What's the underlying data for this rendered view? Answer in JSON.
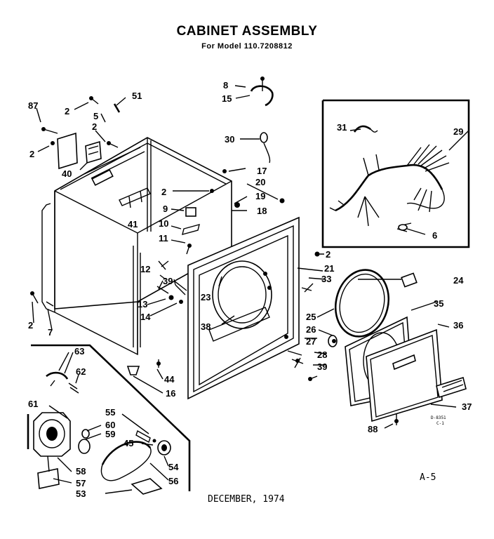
{
  "title": "CABINET ASSEMBLY",
  "subtitle": "For Model 110.7208812",
  "date": "DECEMBER, 1974",
  "page_ref": "A-5",
  "figure_code": "D-8351",
  "figure_code2": "C-1",
  "callouts": {
    "c2a": "2",
    "c2b": "2",
    "c2c": "2",
    "c2d": "2",
    "c2e": "2",
    "c2f": "2",
    "c5": "5",
    "c6": "6",
    "c7": "7",
    "c8": "8",
    "c9": "9",
    "c10": "10",
    "c11": "11",
    "c12": "12",
    "c13": "13",
    "c14": "14",
    "c15": "15",
    "c16": "16",
    "c17": "17",
    "c18": "18",
    "c19": "19",
    "c20": "20",
    "c21": "21",
    "c23": "23",
    "c24": "24",
    "c25": "25",
    "c26": "26",
    "c27": "27",
    "c28": "28",
    "c29": "29",
    "c30": "30",
    "c31": "31",
    "c33": "33",
    "c35": "35",
    "c36": "36",
    "c37": "37",
    "c38": "38",
    "c39a": "39",
    "c39b": "39",
    "c40": "40",
    "c41": "41",
    "c44": "44",
    "c45": "45",
    "c51": "51",
    "c53": "53",
    "c54": "54",
    "c55": "55",
    "c56": "56",
    "c57": "57",
    "c58": "58",
    "c59": "59",
    "c60": "60",
    "c61": "61",
    "c62": "62",
    "c63": "63",
    "c87": "87",
    "c88": "88"
  }
}
